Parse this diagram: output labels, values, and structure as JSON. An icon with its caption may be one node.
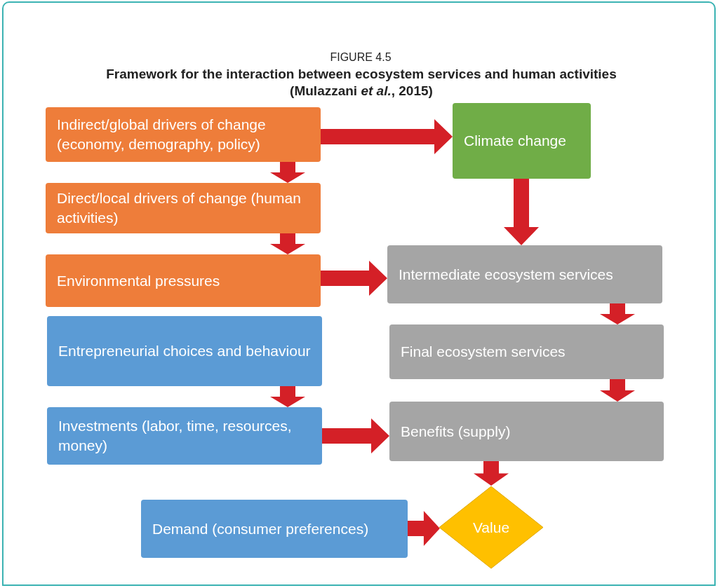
{
  "diagram": {
    "title": "Framework for the interaction between ecosystem services and human activities (Mulazzani *et al.*, 2015)",
    "labels": [
      "FIGURE 4.5"
    ],
    "nodes": [
      {
        "text": [
          "Indirect/global drivers of change (economy, demography, policy)"
        ]
      },
      {
        "text": [
          "Direct/local drivers of change (human activities)"
        ]
      },
      {
        "text": [
          "Environmental pressures"
        ]
      },
      {
        "text": [
          "Climate change"
        ]
      },
      {
        "text": [
          "Intermediate ecosystem services"
        ]
      },
      {
        "text": [
          "Final ecosystem services"
        ]
      },
      {
        "text": [
          "Entrepreneurial choices and behaviour"
        ]
      },
      {
        "text": [
          "Investments (labor, time, resources, money)"
        ]
      },
      {
        "text": [
          "Benefits (supply)"
        ]
      },
      {
        "text": [
          "Demand (consumer preferences)"
        ]
      },
      {
        "text": [
          "Value"
        ]
      }
    ],
    "edges": [
      {
        "from": 0,
        "to": 3,
        "arrow": "to"
      },
      {
        "from": 0,
        "to": 1,
        "arrow": "to"
      },
      {
        "from": 1,
        "to": 2,
        "arrow": "to"
      },
      {
        "from": 3,
        "to": 4,
        "arrow": "to"
      },
      {
        "from": 2,
        "to": 4,
        "arrow": "to"
      },
      {
        "from": 4,
        "to": 5,
        "arrow": "to"
      },
      {
        "from": 5,
        "to": 8,
        "arrow": "to"
      },
      {
        "from": 6,
        "to": 7,
        "arrow": "to"
      },
      {
        "from": 7,
        "to": 8,
        "arrow": "to"
      },
      {
        "from": 8,
        "to": 10,
        "arrow": "to"
      },
      {
        "from": 9,
        "to": 10,
        "arrow": "to"
      }
    ]
  }
}
